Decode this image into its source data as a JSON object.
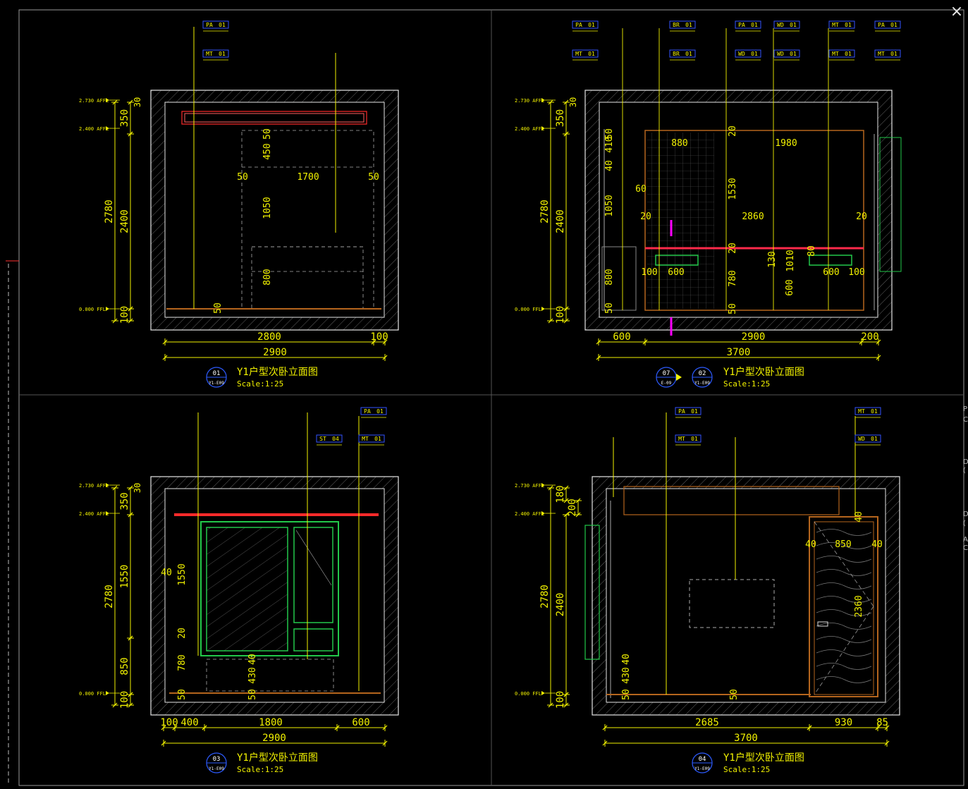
{
  "window": {
    "close_glyph": "×",
    "close_icon": "close-icon"
  },
  "colors": {
    "background": "#000000",
    "dimension": "#f2f200",
    "outline": "#e6e6e6",
    "furniture": "#b5651d",
    "window": "#22c84a",
    "curtain": "#ff2a2a",
    "accent": "#ff00ff",
    "tag": "#3355ff"
  },
  "right_edge_text": [
    "P",
    "C",
    "D",
    "(",
    "D",
    "(",
    "A",
    "C"
  ],
  "panels": [
    {
      "id": "01",
      "ref": "Y1-E09",
      "title": "Y1户型次卧立面图",
      "scale": "Scale:1:25",
      "levels": [
        "2.730 AFFL",
        "2.400 AFFL",
        "0.000 FFL"
      ],
      "left_dims": [
        "350",
        "30",
        "2400",
        "100"
      ],
      "total_height": "2780",
      "inner_dims": [
        "50",
        "450",
        "1700",
        "50",
        "50",
        "1050",
        "800",
        "50"
      ],
      "bottom_dims": [
        "2800",
        "100"
      ],
      "total_width": "2900",
      "tags": [
        {
          "code": "PA",
          "num": "01"
        },
        {
          "code": "MT",
          "num": "01"
        }
      ]
    },
    {
      "id": "02",
      "ref": "Y1-E09",
      "title": "Y1户型次卧立面图",
      "scale": "Scale:1:25",
      "section": {
        "id": "07",
        "ref": "E-09"
      },
      "levels": [
        "2.730 AFFL",
        "2.400 AFFL",
        "0.000 FFL"
      ],
      "left_dims": [
        "350",
        "30",
        "2400",
        "100"
      ],
      "total_height": "2780",
      "inner_dims": [
        "410",
        "40",
        "50",
        "1050",
        "800",
        "50",
        "60",
        "20",
        "880",
        "20",
        "1980",
        "1530",
        "20",
        "2860",
        "20",
        "130",
        "1010",
        "80",
        "100",
        "600",
        "600",
        "100",
        "780",
        "600",
        "50"
      ],
      "bottom_dims": [
        "600",
        "2900",
        "200"
      ],
      "total_width": "3700",
      "tags": [
        {
          "code": "PA",
          "num": "01"
        },
        {
          "code": "MT",
          "num": "01"
        },
        {
          "code": "BR",
          "num": "01"
        },
        {
          "code": "BR",
          "num": "01"
        },
        {
          "code": "PA",
          "num": "01"
        },
        {
          "code": "WD",
          "num": "01"
        },
        {
          "code": "WD",
          "num": "01"
        },
        {
          "code": "WD",
          "num": "01"
        },
        {
          "code": "MT",
          "num": "01"
        },
        {
          "code": "MT",
          "num": "01"
        },
        {
          "code": "PA",
          "num": "01"
        },
        {
          "code": "MT",
          "num": "01"
        }
      ]
    },
    {
      "id": "03",
      "ref": "Y1-E09",
      "title": "Y1户型次卧立面图",
      "scale": "Scale:1:25",
      "levels": [
        "2.730 AFFL",
        "2.400 AFFL",
        "0.000 FFL"
      ],
      "left_dims": [
        "350",
        "30",
        "1550",
        "850",
        "100"
      ],
      "total_height": "2780",
      "inner_dims": [
        "40",
        "1550",
        "20",
        "780",
        "50",
        "40",
        "430",
        "50"
      ],
      "bottom_dims": [
        "100",
        "400",
        "1800",
        "600"
      ],
      "total_width": "2900",
      "tags": [
        {
          "code": "PA",
          "num": "01"
        },
        {
          "code": "ST",
          "num": "04"
        },
        {
          "code": "MT",
          "num": "01"
        }
      ]
    },
    {
      "id": "04",
      "ref": "Y1-E09",
      "title": "Y1户型次卧立面图",
      "scale": "Scale:1:25",
      "levels": [
        "2.730 AFFL",
        "2.400 AFFL",
        "0.000 FFL"
      ],
      "left_dims": [
        "180",
        "200",
        "2400",
        "100"
      ],
      "total_height": "2780",
      "inner_dims": [
        "40",
        "40",
        "850",
        "40",
        "2360",
        "40",
        "430",
        "50",
        "50"
      ],
      "bottom_dims": [
        "2685",
        "930",
        "85"
      ],
      "total_width": "3700",
      "tags": [
        {
          "code": "PA",
          "num": "01"
        },
        {
          "code": "MT",
          "num": "01"
        },
        {
          "code": "MT",
          "num": "01"
        },
        {
          "code": "WD",
          "num": "01"
        }
      ]
    }
  ]
}
